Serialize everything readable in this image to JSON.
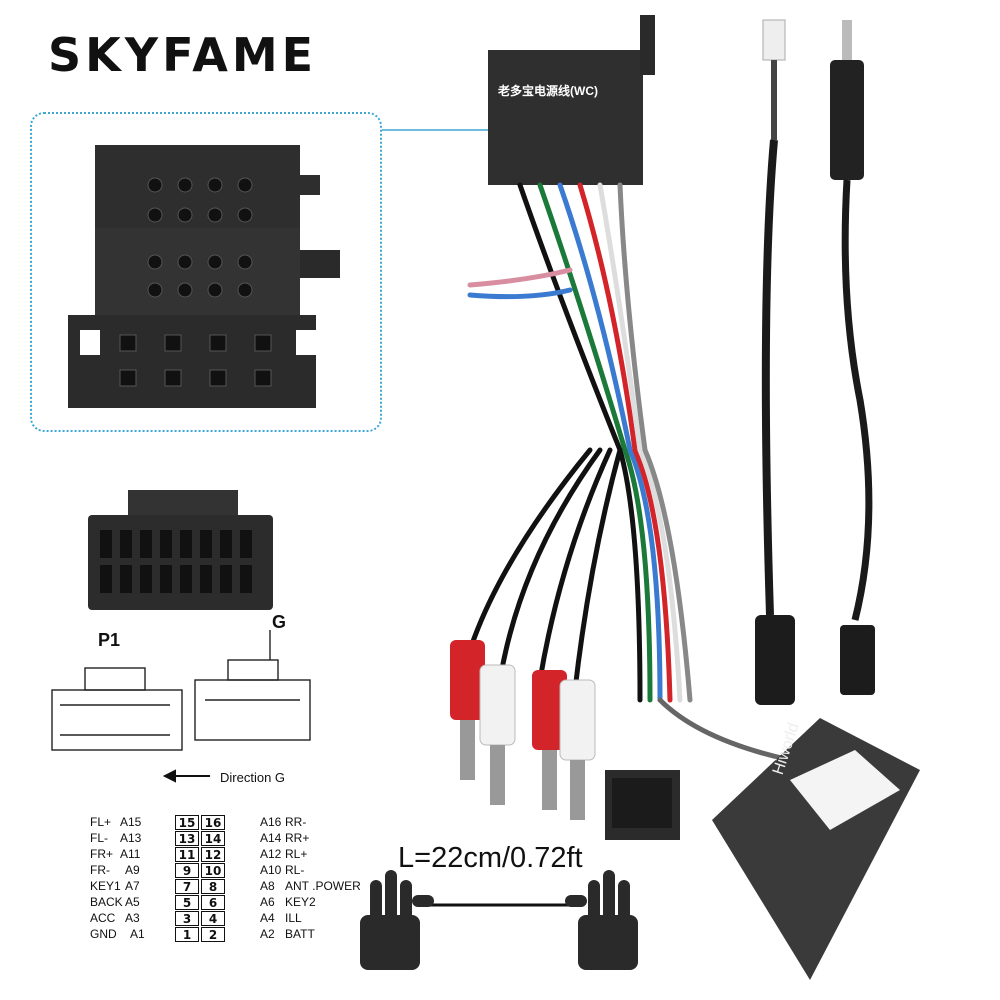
{
  "brand": {
    "logo_text": "SKYFAME"
  },
  "labels": {
    "p1": "P1",
    "g": "G",
    "direction": "Direction G",
    "length": "L=22cm/0.72ft",
    "plug_tag": "老多宝电源线(WC)",
    "module_brand": "Hiworld"
  },
  "pinout": {
    "left": [
      {
        "name": "FL+",
        "pin": "A15"
      },
      {
        "name": "FL-",
        "pin": "A13"
      },
      {
        "name": "FR+",
        "pin": "A11"
      },
      {
        "name": "FR-",
        "pin": "A9"
      },
      {
        "name": "KEY1",
        "pin": "A7"
      },
      {
        "name": "BACK",
        "pin": "A5"
      },
      {
        "name": "ACC",
        "pin": "A3"
      },
      {
        "name": "GND",
        "pin": "A1"
      }
    ],
    "right": [
      {
        "name": "RR-",
        "pin": "A16"
      },
      {
        "name": "RR+",
        "pin": "A14"
      },
      {
        "name": "RL+",
        "pin": "A12"
      },
      {
        "name": "RL-",
        "pin": "A10"
      },
      {
        "name": "ANT .POWER",
        "pin": "A8"
      },
      {
        "name": "KEY2",
        "pin": "A6"
      },
      {
        "name": "ILL",
        "pin": "A4"
      },
      {
        "name": "BATT",
        "pin": "A2"
      }
    ],
    "numbers_left": [
      "15",
      "13",
      "11",
      "9",
      "7",
      "5",
      "3",
      "1"
    ],
    "numbers_right": [
      "16",
      "14",
      "12",
      "10",
      "8",
      "6",
      "4",
      "2"
    ]
  },
  "colors": {
    "connector": "#2b2b2b",
    "rca_red": "#d3242a",
    "rca_white": "#f2f2f2",
    "accent_border": "#3fa7d6"
  }
}
